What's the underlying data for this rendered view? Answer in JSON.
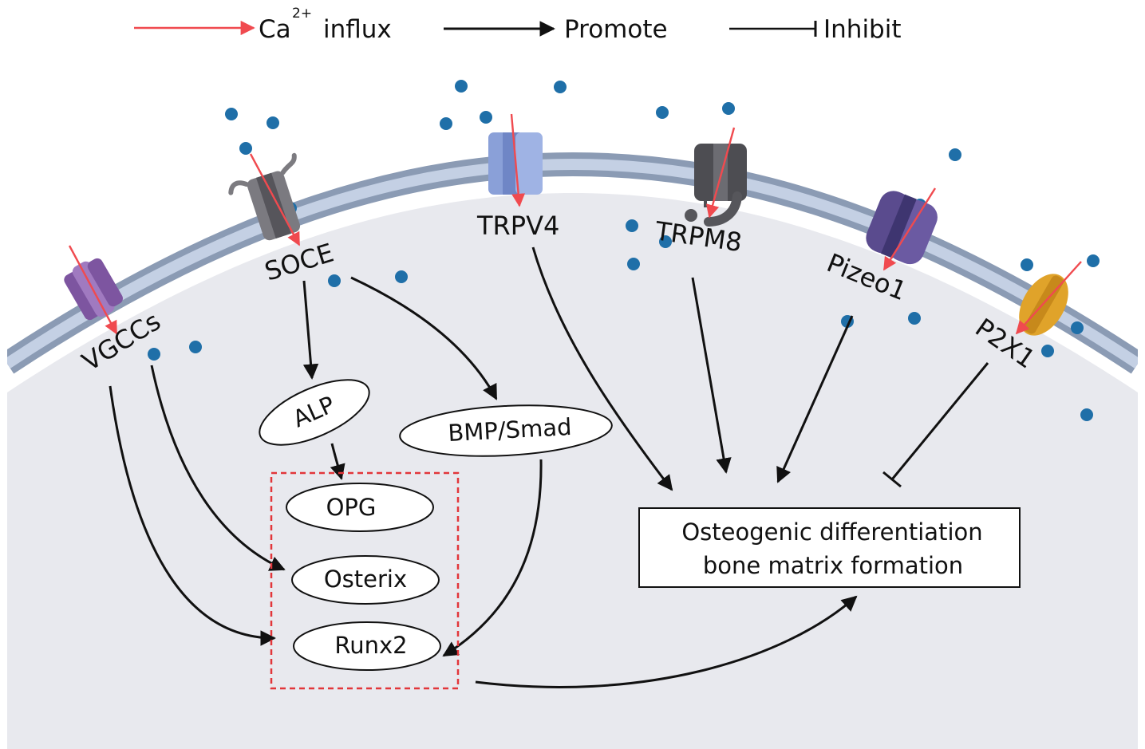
{
  "legend": {
    "ca_prefix": "Ca",
    "ca_superscript": "2+",
    "ca_suffix": "influx",
    "promote": "Promote",
    "inhibit": "Inhibit"
  },
  "channels": {
    "vgccs": "VGCCs",
    "soce": "SOCE",
    "trpv4": "TRPV4",
    "trpm8": "TRPM8",
    "piezo1": "Pizeo1",
    "p2x1": "P2X1"
  },
  "nodes": {
    "alp": "ALP",
    "bmp_smad": "BMP/Smad",
    "opg": "OPG",
    "osterix": "Osterix",
    "runx2": "Runx2"
  },
  "outcome": {
    "line1": "Osteogenic differentiation",
    "line2": "bone matrix formation"
  },
  "colors": {
    "ca_influx_arrow": "#f04a4f",
    "arrow": "#111111",
    "ca_ion": "#1f6fa8",
    "membrane_outer": "#8b9bb4",
    "membrane_inner": "#c4d0e4",
    "cytoplasm": "#e8e9ee",
    "vgccs_channel": "#8e63a8",
    "soce_channel": "#6f6e73",
    "trpv4_channel": "#8aa0d8",
    "trpm8_channel": "#4d4d52",
    "piezo1_channel": "#5a4b8e",
    "p2x1_channel": "#e0a32a",
    "dashed_box": "#e2363a"
  }
}
